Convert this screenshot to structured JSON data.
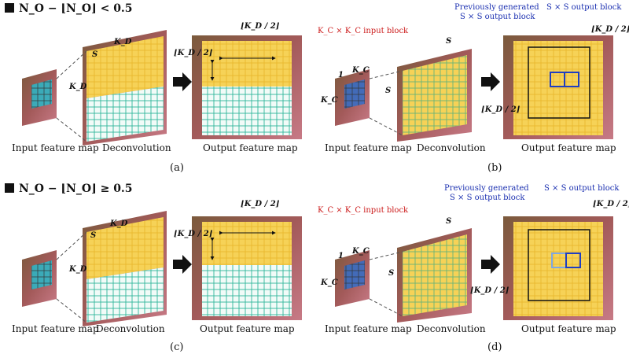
{
  "conditions": {
    "top": "N_O − ⌊N_O⌋ < 0.5",
    "bottom": "N_O − ⌊N_O⌋ ≥ 0.5"
  },
  "labels": {
    "input": "Input feature map",
    "deconv": "Deconvolution",
    "output": "Output feature map"
  },
  "panels": [
    "(a)",
    "(b)",
    "(c)",
    "(d)"
  ],
  "symbols": {
    "S": "S",
    "KD": "K_D",
    "KC": "K_C",
    "one": "1",
    "KD_half": "⌊K_D / 2⌋"
  },
  "annotations": {
    "input_block": "K_C × K_C input block",
    "prev_block_line1": "Previously generated",
    "prev_block_line2": "S × S output block",
    "sxs_block": "S × S output block"
  },
  "colors": {
    "yellow": "#f6c93a",
    "grid_green": "#2fb59a",
    "cyan_fill": "#29b8c9",
    "red_mark": "#e0301e",
    "blue_mark": "#1f3ec2",
    "flower_bg": "#8a4a3a"
  }
}
